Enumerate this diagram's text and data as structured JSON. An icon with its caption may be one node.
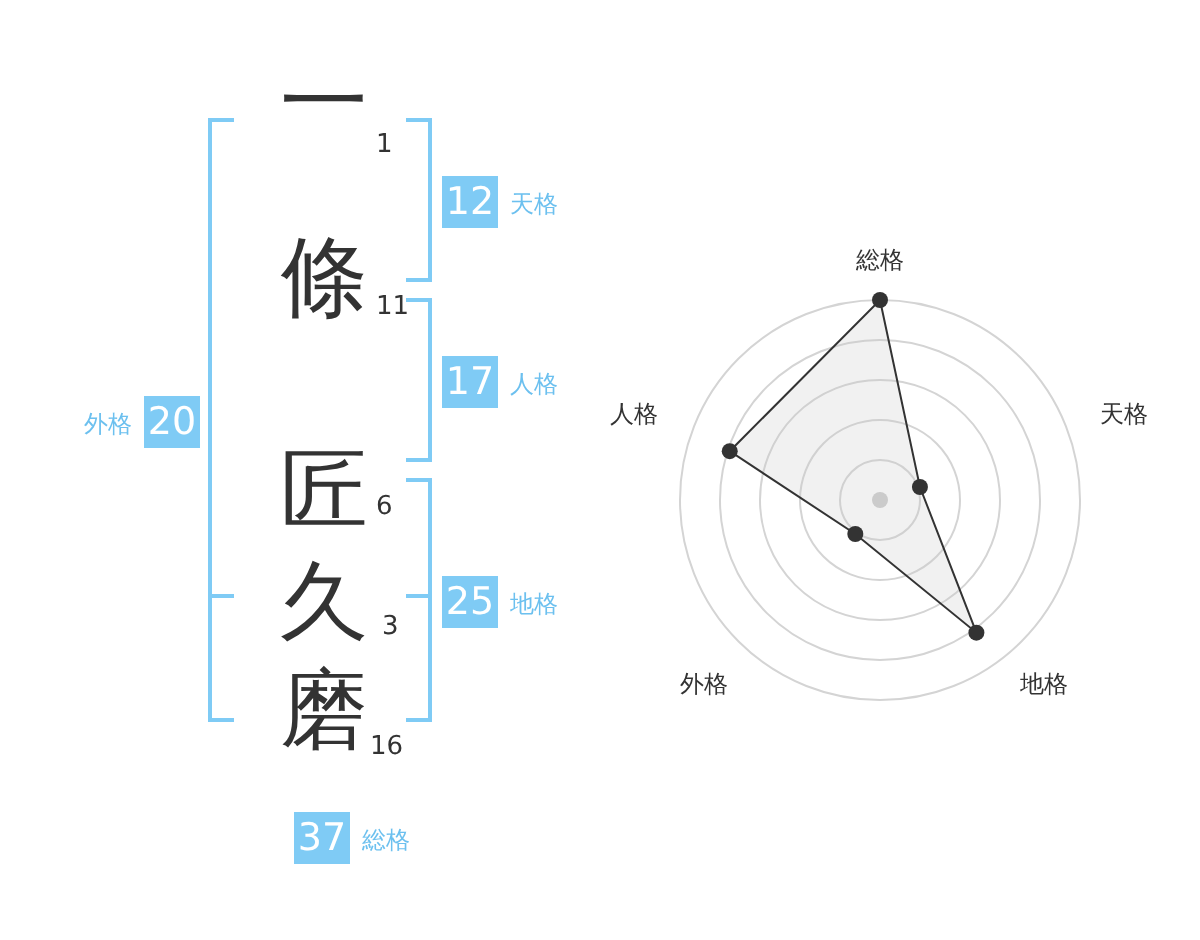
{
  "diagram": {
    "nodes": [
      {
        "text": [
          "12"
        ],
        "beside": [
          "天格"
        ]
      },
      {
        "text": [
          "17"
        ],
        "beside": [
          "人格"
        ]
      },
      {
        "text": [
          "20"
        ],
        "beside": [
          "外格"
        ]
      },
      {
        "text": [
          "25"
        ],
        "beside": [
          "地格"
        ]
      },
      {
        "text": [
          "37"
        ],
        "beside": [
          "総格"
        ]
      }
    ],
    "labels": [
      "一",
      "1",
      "條",
      "11",
      "匠",
      "6",
      "久",
      "3",
      "磨",
      "16",
      "総格",
      "天格",
      "人格",
      "外格",
      "地格"
    ]
  }
}
